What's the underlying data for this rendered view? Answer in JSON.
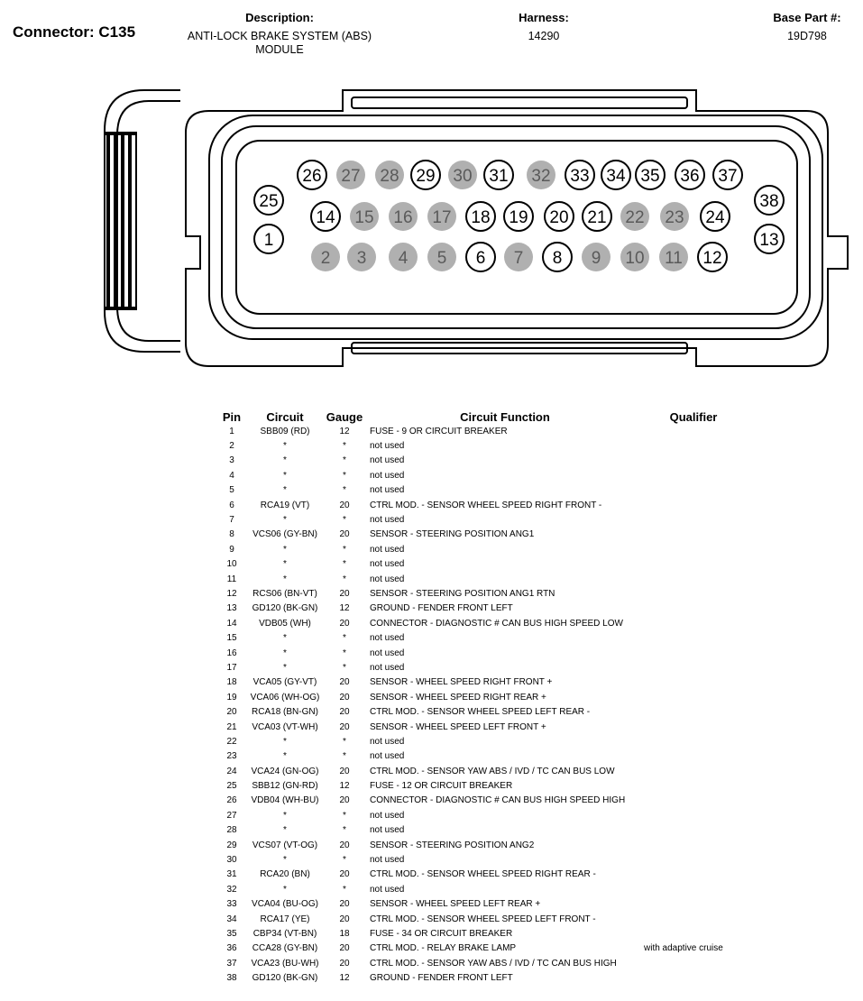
{
  "header": {
    "connector_title": "Connector: C135",
    "description_label": "Description:",
    "description_line1": "ANTI-LOCK BRAKE SYSTEM (ABS)",
    "description_line2": "MODULE",
    "harness_label": "Harness:",
    "harness_value": "14290",
    "base_part_label": "Base Part #:",
    "base_part_value": "19D798"
  },
  "connector": {
    "active_pin_color": "#ffffff",
    "unused_pin_color": "#b0b0b0",
    "pins": [
      {
        "num": "26",
        "used": true
      },
      {
        "num": "27",
        "used": false
      },
      {
        "num": "28",
        "used": false
      },
      {
        "num": "29",
        "used": true
      },
      {
        "num": "30",
        "used": false
      },
      {
        "num": "31",
        "used": true
      },
      {
        "num": "32",
        "used": false
      },
      {
        "num": "33",
        "used": true
      },
      {
        "num": "34",
        "used": true
      },
      {
        "num": "35",
        "used": true
      },
      {
        "num": "36",
        "used": true
      },
      {
        "num": "37",
        "used": true
      },
      {
        "num": "25",
        "used": true
      },
      {
        "num": "38",
        "used": true
      },
      {
        "num": "14",
        "used": true
      },
      {
        "num": "15",
        "used": false
      },
      {
        "num": "16",
        "used": false
      },
      {
        "num": "17",
        "used": false
      },
      {
        "num": "18",
        "used": true
      },
      {
        "num": "19",
        "used": true
      },
      {
        "num": "20",
        "used": true
      },
      {
        "num": "21",
        "used": true
      },
      {
        "num": "22",
        "used": false
      },
      {
        "num": "23",
        "used": false
      },
      {
        "num": "24",
        "used": true
      },
      {
        "num": "1",
        "used": true
      },
      {
        "num": "13",
        "used": true
      },
      {
        "num": "2",
        "used": false
      },
      {
        "num": "3",
        "used": false
      },
      {
        "num": "4",
        "used": false
      },
      {
        "num": "5",
        "used": false
      },
      {
        "num": "6",
        "used": true
      },
      {
        "num": "7",
        "used": false
      },
      {
        "num": "8",
        "used": true
      },
      {
        "num": "9",
        "used": false
      },
      {
        "num": "10",
        "used": false
      },
      {
        "num": "11",
        "used": false
      },
      {
        "num": "12",
        "used": true
      }
    ]
  },
  "table": {
    "headers": {
      "pin": "Pin",
      "circuit": "Circuit",
      "gauge": "Gauge",
      "function": "Circuit Function",
      "qualifier": "Qualifier"
    },
    "rows": [
      {
        "pin": "1",
        "circuit": "SBB09 (RD)",
        "gauge": "12",
        "function": "FUSE - 9 OR CIRCUIT BREAKER",
        "qualifier": ""
      },
      {
        "pin": "2",
        "circuit": "*",
        "gauge": "*",
        "function": "not used",
        "qualifier": ""
      },
      {
        "pin": "3",
        "circuit": "*",
        "gauge": "*",
        "function": "not used",
        "qualifier": ""
      },
      {
        "pin": "4",
        "circuit": "*",
        "gauge": "*",
        "function": "not used",
        "qualifier": ""
      },
      {
        "pin": "5",
        "circuit": "*",
        "gauge": "*",
        "function": "not used",
        "qualifier": ""
      },
      {
        "pin": "6",
        "circuit": "RCA19 (VT)",
        "gauge": "20",
        "function": "CTRL MOD. - SENSOR WHEEL SPEED RIGHT FRONT -",
        "qualifier": ""
      },
      {
        "pin": "7",
        "circuit": "*",
        "gauge": "*",
        "function": "not used",
        "qualifier": ""
      },
      {
        "pin": "8",
        "circuit": "VCS06 (GY-BN)",
        "gauge": "20",
        "function": "SENSOR - STEERING POSITION ANG1",
        "qualifier": ""
      },
      {
        "pin": "9",
        "circuit": "*",
        "gauge": "*",
        "function": "not used",
        "qualifier": ""
      },
      {
        "pin": "10",
        "circuit": "*",
        "gauge": "*",
        "function": "not used",
        "qualifier": ""
      },
      {
        "pin": "11",
        "circuit": "*",
        "gauge": "*",
        "function": "not used",
        "qualifier": ""
      },
      {
        "pin": "12",
        "circuit": "RCS06 (BN-VT)",
        "gauge": "20",
        "function": "SENSOR - STEERING POSITION ANG1 RTN",
        "qualifier": ""
      },
      {
        "pin": "13",
        "circuit": "GD120 (BK-GN)",
        "gauge": "12",
        "function": "GROUND - FENDER FRONT LEFT",
        "qualifier": ""
      },
      {
        "pin": "14",
        "circuit": "VDB05 (WH)",
        "gauge": "20",
        "function": "CONNECTOR - DIAGNOSTIC # CAN BUS HIGH SPEED LOW",
        "qualifier": ""
      },
      {
        "pin": "15",
        "circuit": "*",
        "gauge": "*",
        "function": "not used",
        "qualifier": ""
      },
      {
        "pin": "16",
        "circuit": "*",
        "gauge": "*",
        "function": "not used",
        "qualifier": ""
      },
      {
        "pin": "17",
        "circuit": "*",
        "gauge": "*",
        "function": "not used",
        "qualifier": ""
      },
      {
        "pin": "18",
        "circuit": "VCA05 (GY-VT)",
        "gauge": "20",
        "function": "SENSOR - WHEEL SPEED RIGHT FRONT +",
        "qualifier": ""
      },
      {
        "pin": "19",
        "circuit": "VCA06 (WH-OG)",
        "gauge": "20",
        "function": "SENSOR - WHEEL SPEED RIGHT REAR +",
        "qualifier": ""
      },
      {
        "pin": "20",
        "circuit": "RCA18 (BN-GN)",
        "gauge": "20",
        "function": "CTRL MOD. - SENSOR WHEEL SPEED LEFT REAR -",
        "qualifier": ""
      },
      {
        "pin": "21",
        "circuit": "VCA03 (VT-WH)",
        "gauge": "20",
        "function": "SENSOR - WHEEL SPEED LEFT FRONT +",
        "qualifier": ""
      },
      {
        "pin": "22",
        "circuit": "*",
        "gauge": "*",
        "function": "not used",
        "qualifier": ""
      },
      {
        "pin": "23",
        "circuit": "*",
        "gauge": "*",
        "function": "not used",
        "qualifier": ""
      },
      {
        "pin": "24",
        "circuit": "VCA24 (GN-OG)",
        "gauge": "20",
        "function": "CTRL MOD. - SENSOR YAW ABS / IVD / TC CAN BUS LOW",
        "qualifier": ""
      },
      {
        "pin": "25",
        "circuit": "SBB12 (GN-RD)",
        "gauge": "12",
        "function": "FUSE - 12 OR CIRCUIT BREAKER",
        "qualifier": ""
      },
      {
        "pin": "26",
        "circuit": "VDB04 (WH-BU)",
        "gauge": "20",
        "function": "CONNECTOR - DIAGNOSTIC # CAN BUS HIGH SPEED HIGH",
        "qualifier": ""
      },
      {
        "pin": "27",
        "circuit": "*",
        "gauge": "*",
        "function": "not used",
        "qualifier": ""
      },
      {
        "pin": "28",
        "circuit": "*",
        "gauge": "*",
        "function": "not used",
        "qualifier": ""
      },
      {
        "pin": "29",
        "circuit": "VCS07 (VT-OG)",
        "gauge": "20",
        "function": "SENSOR - STEERING POSITION ANG2",
        "qualifier": ""
      },
      {
        "pin": "30",
        "circuit": "*",
        "gauge": "*",
        "function": "not used",
        "qualifier": ""
      },
      {
        "pin": "31",
        "circuit": "RCA20 (BN)",
        "gauge": "20",
        "function": "CTRL MOD. - SENSOR WHEEL SPEED RIGHT REAR -",
        "qualifier": ""
      },
      {
        "pin": "32",
        "circuit": "*",
        "gauge": "*",
        "function": "not used",
        "qualifier": ""
      },
      {
        "pin": "33",
        "circuit": "VCA04 (BU-OG)",
        "gauge": "20",
        "function": "SENSOR - WHEEL SPEED LEFT REAR +",
        "qualifier": ""
      },
      {
        "pin": "34",
        "circuit": "RCA17 (YE)",
        "gauge": "20",
        "function": "CTRL MOD. - SENSOR WHEEL SPEED LEFT FRONT -",
        "qualifier": ""
      },
      {
        "pin": "35",
        "circuit": "CBP34 (VT-BN)",
        "gauge": "18",
        "function": "FUSE - 34 OR CIRCUIT BREAKER",
        "qualifier": ""
      },
      {
        "pin": "36",
        "circuit": "CCA28 (GY-BN)",
        "gauge": "20",
        "function": "CTRL MOD. - RELAY BRAKE LAMP",
        "qualifier": "with adaptive cruise"
      },
      {
        "pin": "37",
        "circuit": "VCA23 (BU-WH)",
        "gauge": "20",
        "function": "CTRL MOD. - SENSOR YAW ABS / IVD / TC CAN BUS HIGH",
        "qualifier": ""
      },
      {
        "pin": "38",
        "circuit": "GD120 (BK-GN)",
        "gauge": "12",
        "function": "GROUND - FENDER FRONT LEFT",
        "qualifier": ""
      }
    ]
  }
}
